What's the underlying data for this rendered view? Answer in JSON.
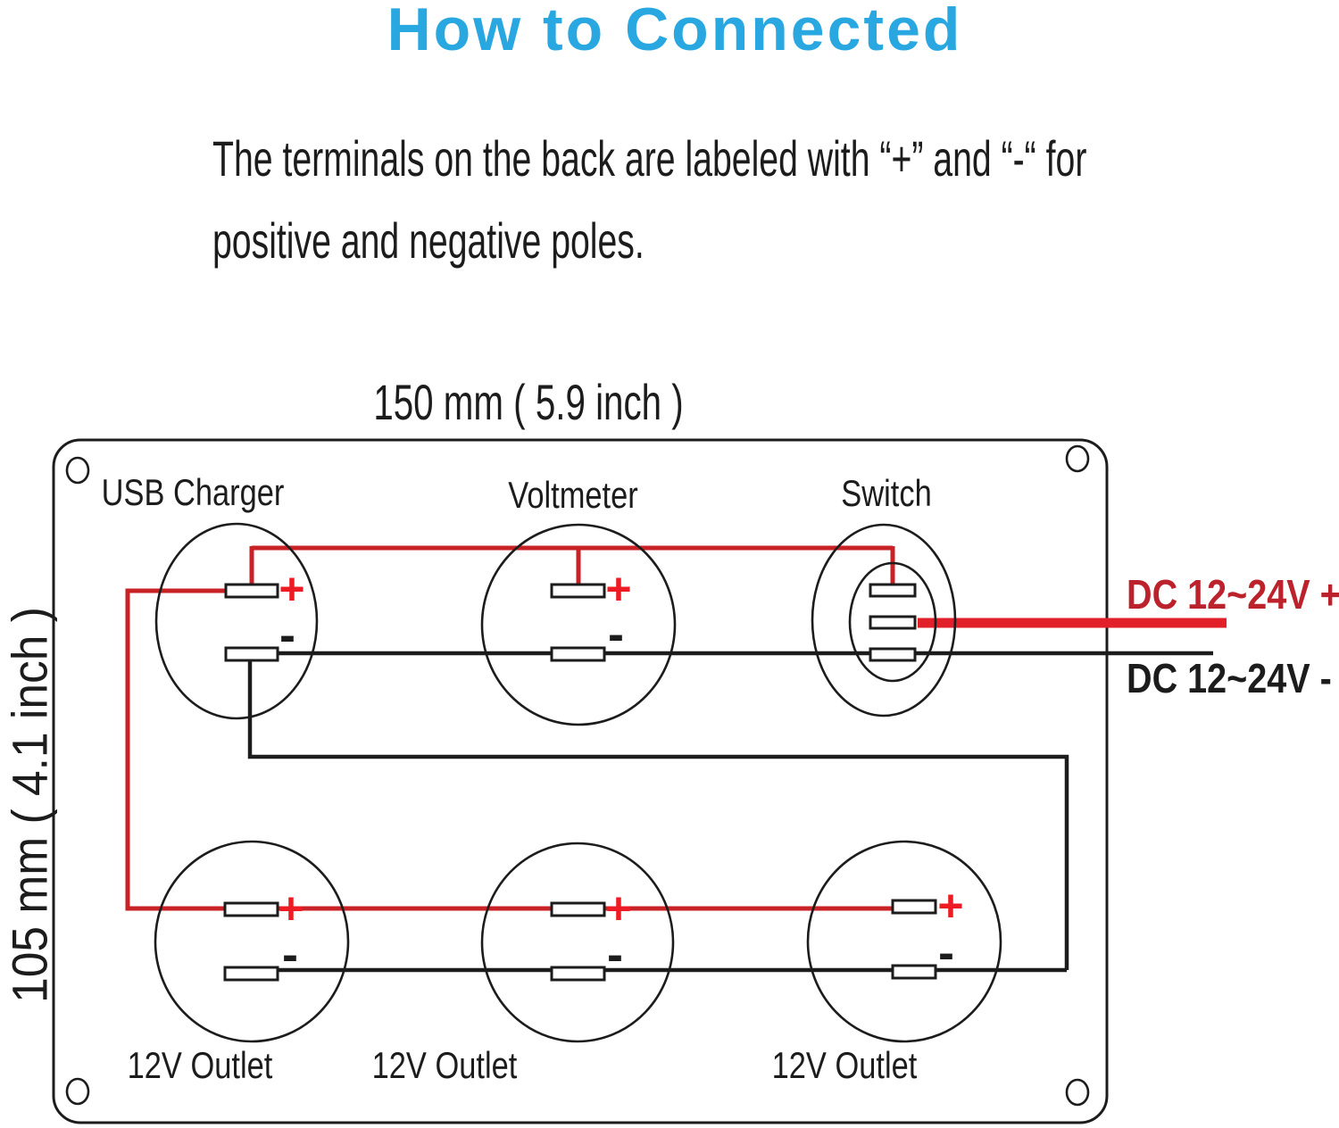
{
  "title": {
    "text": "How to Connected"
  },
  "description": {
    "line1": "The terminals on the back are labeled with “+” and “-“ for",
    "line2": "positive and negative poles."
  },
  "dimensions": {
    "width": "150 mm ( 5.9 inch )",
    "height": "105 mm ( 4.1 inch )"
  },
  "panel": {
    "top_components": [
      {
        "label": "USB Charger"
      },
      {
        "label": "Voltmeter"
      },
      {
        "label": "Switch"
      }
    ],
    "bottom_components": [
      {
        "label": "12V Outlet"
      },
      {
        "label": "12V Outlet"
      },
      {
        "label": "12V Outlet"
      }
    ]
  },
  "symbols": {
    "plus": "+",
    "minus": "-"
  },
  "power_labels": {
    "positive": "DC 12~24V +",
    "negative": "DC 12~24V -"
  },
  "colors": {
    "title_blue": "#29a7e1",
    "wire_red": "#c82227",
    "wire_red_thick": "#e2202a",
    "plus_red": "#ed1c24",
    "dc_positive_text": "#bb222b",
    "line_black": "#1c1c1c"
  }
}
